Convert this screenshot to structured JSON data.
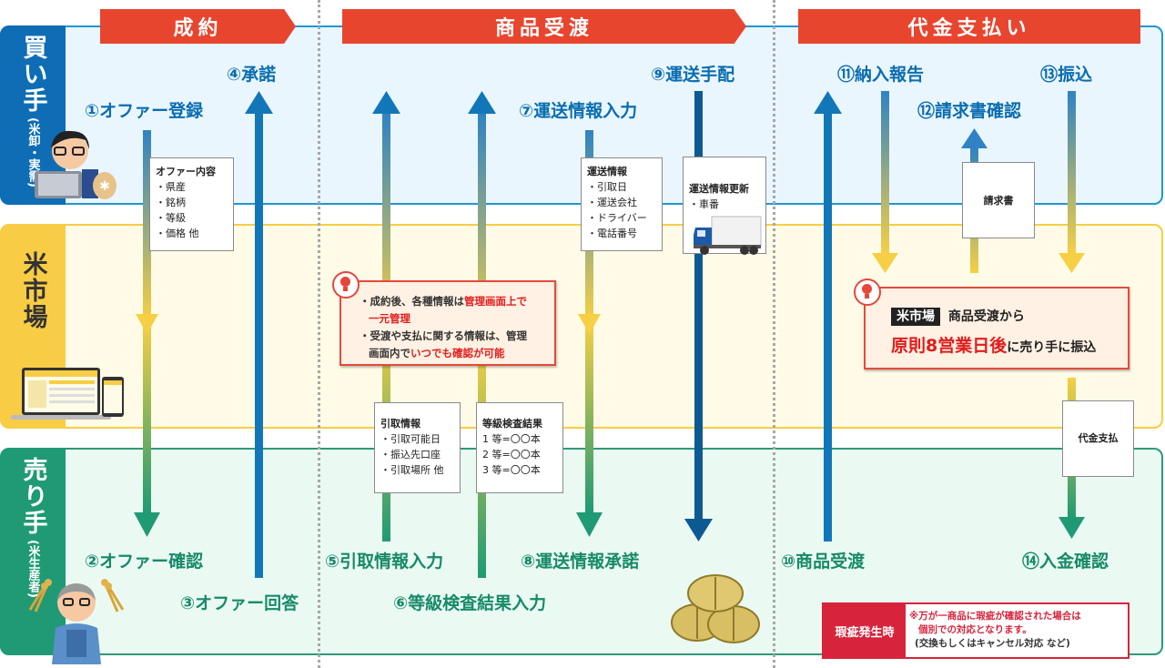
{
  "lanes": {
    "buyer": {
      "title": "買い手",
      "sub": "(米卸・実需)"
    },
    "market": {
      "title": "米市場"
    },
    "seller": {
      "title": "売り手",
      "sub": "(米生産者)"
    }
  },
  "phases": [
    "成約",
    "商品受渡",
    "代金支払い"
  ],
  "steps": {
    "s1": "①オファー登録",
    "s2": "②オファー確認",
    "s3": "③オファー回答",
    "s4": "④承諾",
    "s5": "⑤引取情報入力",
    "s6": "⑥等級検査結果入力",
    "s7": "⑦運送情報入力",
    "s8": "⑧運送情報承諾",
    "s9": "⑨運送手配",
    "s10": "⑩商品受渡",
    "s11": "⑪納入報告",
    "s12": "⑫請求書確認",
    "s13": "⑬振込",
    "s14": "⑭入金確認"
  },
  "boxes": {
    "offer": {
      "title": "オファー内容",
      "items": [
        "・県産",
        "・銘柄",
        "・等級",
        "・価格 他"
      ]
    },
    "pickup": {
      "title": "引取情報",
      "items": [
        "・引取可能日",
        "・振込先口座",
        "・引取場所 他"
      ]
    },
    "grade": {
      "title": "等級検査結果",
      "items": [
        "1 等=〇〇本",
        "2 等=〇〇本",
        "3 等=〇〇本"
      ]
    },
    "transport": {
      "title": "運送情報",
      "items": [
        "・引取日",
        "・運送会社",
        "・ドライバー",
        "・電話番号"
      ]
    },
    "update": {
      "title": "運送情報更新",
      "items": [
        "・車番"
      ]
    },
    "invoice": {
      "title": "請求書"
    },
    "payment": {
      "title": "代金支払"
    }
  },
  "note1": {
    "l1a": "・成約後、各種情報は",
    "l1b": "管理画面上で",
    "l1c": "一元管理",
    "l2a": "・受渡や支払に関する情報は、管理",
    "l2b": "画面内で",
    "l2c": "いつでも確認が可能"
  },
  "note2": {
    "tag": "米市場",
    "l1": "商品受渡から",
    "big": "原則8営業日後",
    "l2": "に売り手に振込"
  },
  "defect": {
    "tag": "瑕疵発生時",
    "l1": "※万が一商品に瑕疵が確認された場合は",
    "l2": "個別での対応となります。",
    "l3": "(交換もしくはキャンセル対応 など)"
  },
  "colors": {
    "buyer": "#0e6db4",
    "market": "#f8cd45",
    "seller": "#1f9a74",
    "phase": "#e8452f",
    "alert": "#d7243c"
  }
}
